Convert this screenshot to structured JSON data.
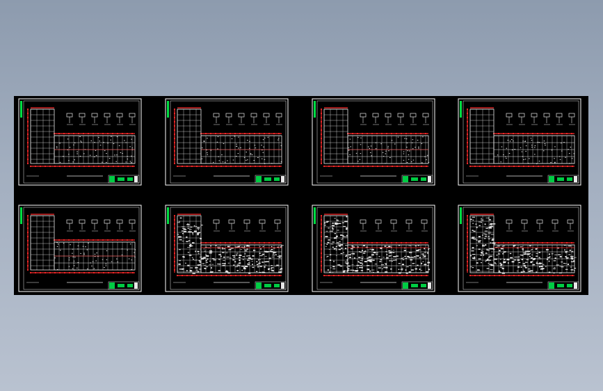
{
  "app": {
    "background_top": "#8d9bae",
    "background_bottom": "#b9c2d0",
    "canvas_color": "#000000"
  },
  "sheets": [
    {
      "variant": "frame",
      "title_block_color": "#00cc44"
    },
    {
      "variant": "framing",
      "title_block_color": "#00cc44"
    },
    {
      "variant": "framing",
      "title_block_color": "#00cc44"
    },
    {
      "variant": "framing-light",
      "title_block_color": "#00cc44"
    },
    {
      "variant": "frame",
      "title_block_color": "#00cc44"
    },
    {
      "variant": "dense",
      "title_block_color": "#00cc44"
    },
    {
      "variant": "dense",
      "title_block_color": "#00cc44"
    },
    {
      "variant": "dense-detail",
      "title_block_color": "#00cc44"
    }
  ],
  "colors": {
    "border": "#ffffff",
    "red_line": "#ff2a2a",
    "white_line": "#e8e8e8",
    "green": "#00dd44",
    "yellow": "#ffff33"
  }
}
